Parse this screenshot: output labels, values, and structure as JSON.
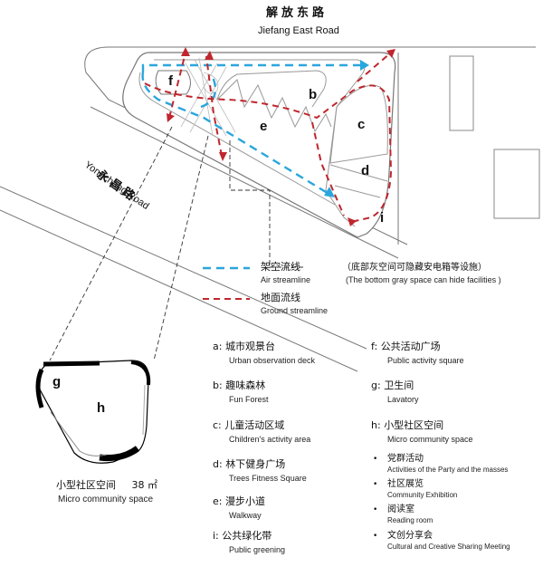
{
  "roads": {
    "jiefang_cn": "解放东路",
    "jiefang_en": "Jiefang East Road",
    "yongchang_cn": "永昌路",
    "yongchang_en": "Yongchang Road"
  },
  "zones": {
    "f": "f",
    "b": "b",
    "c": "c",
    "d": "d",
    "e": "e",
    "i": "i",
    "g": "g",
    "h": "h"
  },
  "streamlines": {
    "air_cn": "架空流线",
    "air_en": "Air streamline",
    "ground_cn": "地面流线",
    "ground_en": "Ground streamline",
    "air_color": "#2aa6dc",
    "ground_color": "#c0262d",
    "note_cn": "（底部灰空间可隐藏安电箱等设施）",
    "note_en": "(The bottom gray space can hide facilities )"
  },
  "micro_space": {
    "label_cn": "小型社区空间",
    "area": "38 ㎡",
    "label_en": "Micro community space"
  },
  "legend_left": [
    {
      "key": "a:",
      "cn": "城市观景台",
      "en": "Urban observation deck"
    },
    {
      "key": "b:",
      "cn": "趣味森林",
      "en": "Fun Forest"
    },
    {
      "key": "c:",
      "cn": "儿童活动区域",
      "en": "Children's activity area"
    },
    {
      "key": "d:",
      "cn": "林下健身广场",
      "en": "Trees Fitness Square"
    },
    {
      "key": "e:",
      "cn": "漫步小道",
      "en": "Walkway"
    },
    {
      "key": "i:",
      "cn": "公共绿化带",
      "en": "Public greening"
    }
  ],
  "legend_right": [
    {
      "key": "f:",
      "cn": "公共活动广场",
      "en": "Public activity square"
    },
    {
      "key": "g:",
      "cn": "卫生间",
      "en": "Lavatory"
    },
    {
      "key": "h:",
      "cn": "小型社区空间",
      "en": "Micro community space"
    }
  ],
  "legend_sub": [
    {
      "cn": "党群活动",
      "en": "Activities of the Party and the masses"
    },
    {
      "cn": "社区展览",
      "en": "Community Exhibition"
    },
    {
      "cn": "阅读室",
      "en": "Reading room"
    },
    {
      "cn": "文创分享会",
      "en": "Cultural and Creative Sharing Meeting"
    }
  ]
}
